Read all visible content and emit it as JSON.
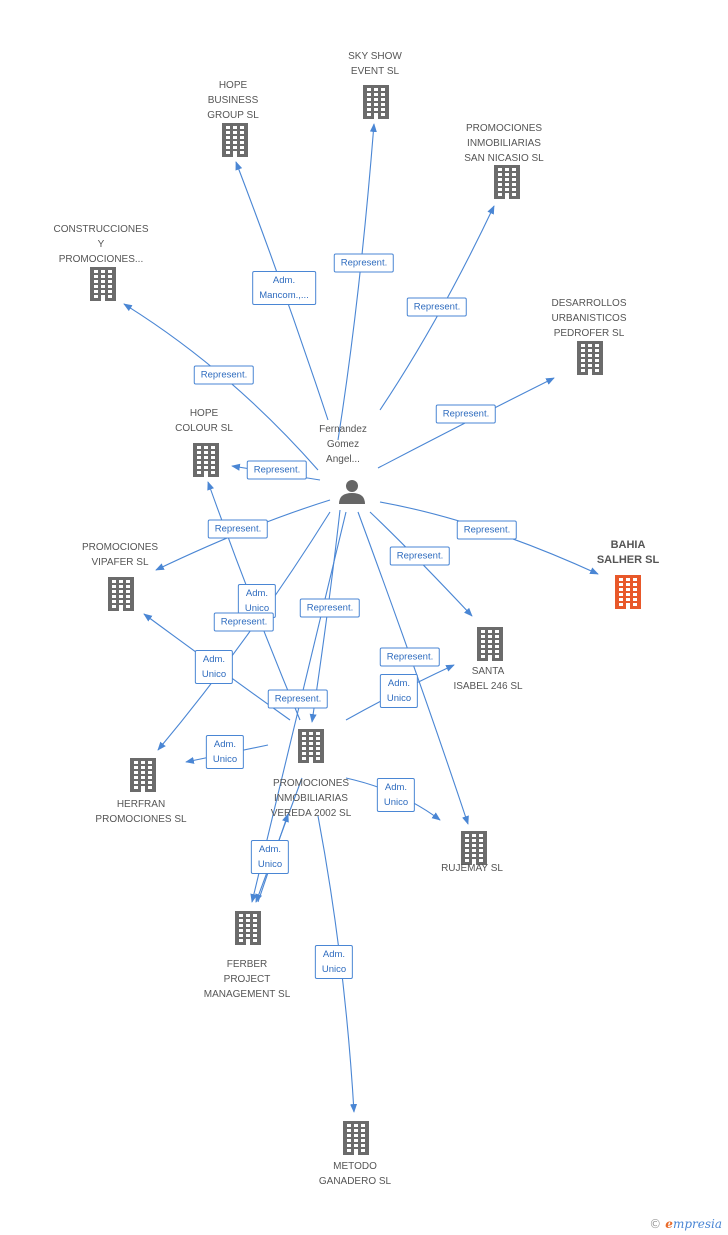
{
  "colors": {
    "edge": "#4a86d4",
    "building": "#6b6b6b",
    "highlight": "#e8582a",
    "person": "#666666"
  },
  "person": {
    "id": "fernandez",
    "label": "Fernandez\nGomez\nAngel...",
    "icon": "person-icon"
  },
  "nodes": [
    {
      "id": "sky",
      "label": "SKY SHOW\nEVENT SL",
      "icon": "building-icon"
    },
    {
      "id": "hope_bg",
      "label": "HOPE\nBUSINESS\nGROUP  SL",
      "icon": "building-icon"
    },
    {
      "id": "prom_snc",
      "label": "PROMOCIONES\nINMOBILIARIAS\nSAN NICASIO SL",
      "icon": "building-icon"
    },
    {
      "id": "construc",
      "label": "CONSTRUCCIONES\nY\nPROMOCIONES...",
      "icon": "building-icon"
    },
    {
      "id": "desarr",
      "label": "DESARROLLOS\nURBANISTICOS\nPEDROFER SL",
      "icon": "building-icon"
    },
    {
      "id": "hope_col",
      "label": "HOPE\nCOLOUR  SL",
      "icon": "building-icon"
    },
    {
      "id": "bahia",
      "label": "BAHIA\nSALHER SL",
      "icon": "building-icon",
      "highlight": true
    },
    {
      "id": "vipafer",
      "label": "PROMOCIONES\nVIPAFER SL",
      "icon": "building-icon"
    },
    {
      "id": "santa",
      "label": "SANTA\nISABEL 246 SL",
      "icon": "building-icon"
    },
    {
      "id": "vereda",
      "label": "PROMOCIONES\nINMOBILIARIAS\nVEREDA 2002 SL",
      "icon": "building-icon"
    },
    {
      "id": "herfran",
      "label": "HERFRAN\nPROMOCIONES SL",
      "icon": "building-icon"
    },
    {
      "id": "rujemay",
      "label": "RUJEMAY SL",
      "icon": "building-icon"
    },
    {
      "id": "ferber",
      "label": "FERBER\nPROJECT\nMANAGEMENT SL",
      "icon": "building-icon"
    },
    {
      "id": "metodo",
      "label": "METODO\nGANADERO SL",
      "icon": "building-icon"
    }
  ],
  "edges": [
    {
      "from": "fernandez",
      "to": "sky",
      "label": "Represent."
    },
    {
      "from": "fernandez",
      "to": "hope_bg",
      "label": "Adm.\nMancom.,..."
    },
    {
      "from": "fernandez",
      "to": "prom_snc",
      "label": "Represent."
    },
    {
      "from": "fernandez",
      "to": "construc",
      "label": "Represent."
    },
    {
      "from": "fernandez",
      "to": "desarr",
      "label": "Represent."
    },
    {
      "from": "fernandez",
      "to": "hope_col",
      "label": "Represent."
    },
    {
      "from": "fernandez",
      "to": "bahia",
      "label": "Represent."
    },
    {
      "from": "fernandez",
      "to": "vipafer",
      "label": "Represent."
    },
    {
      "from": "fernandez",
      "to": "santa",
      "label": "Represent."
    },
    {
      "from": "fernandez",
      "to": "vereda",
      "label": "Represent."
    },
    {
      "from": "fernandez",
      "to": "rujemay",
      "label": "Represent."
    },
    {
      "from": "fernandez",
      "to": "ferber",
      "label": "Adm.\nUnico"
    },
    {
      "from": "vereda",
      "to": "hope_col",
      "label": "Represent."
    },
    {
      "from": "vereda",
      "to": "vipafer",
      "label": "Adm.\nUnico"
    },
    {
      "from": "vereda",
      "to": "herfran",
      "label": "Adm.\nUnico"
    },
    {
      "from": "vereda",
      "to": "santa",
      "label": "Adm.\nUnico"
    },
    {
      "from": "vereda",
      "to": "rujemay",
      "label": "Adm.\nUnico"
    },
    {
      "from": "vereda",
      "to": "ferber",
      "label": "Adm.\nUnico"
    },
    {
      "from": "ferber",
      "to": "vereda",
      "label": "Adm.\nUnico"
    },
    {
      "from": "vereda",
      "to": "metodo",
      "label": "Adm.\nUnico"
    },
    {
      "from": "fernandez",
      "to": "vereda",
      "label": "Represent."
    }
  ],
  "footer": {
    "copyright": "©",
    "brand_first": "e",
    "brand_rest": "mpresia"
  }
}
